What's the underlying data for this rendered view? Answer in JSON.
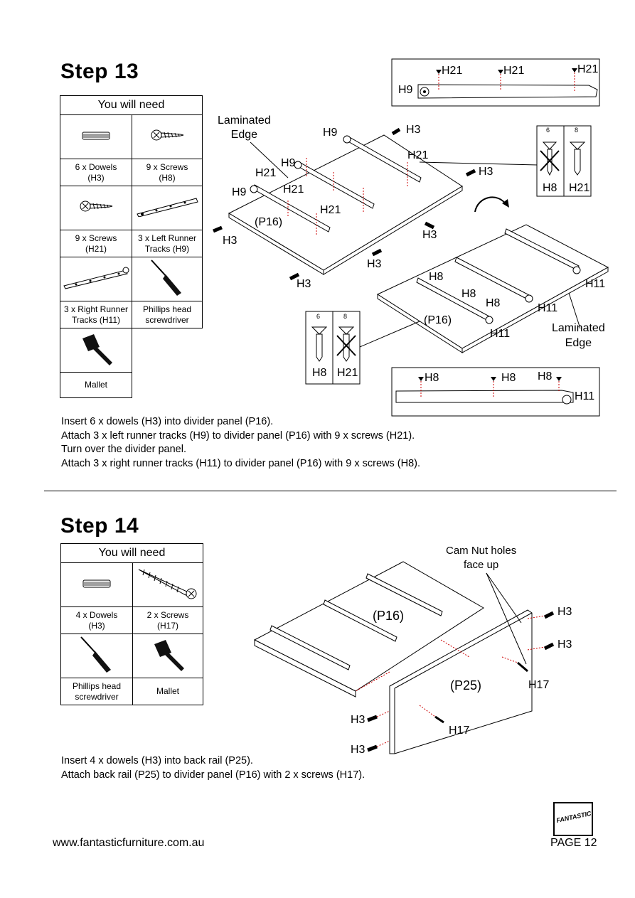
{
  "step13": {
    "title": "Step  13",
    "you_will_need": "You will need",
    "items": [
      {
        "icon": "dowel-icon",
        "caption": "6 x Dowels\n(H3)"
      },
      {
        "icon": "screw-icon",
        "caption": "9 x Screws\n(H8)"
      },
      {
        "icon": "screw-icon",
        "caption": "9 x Screws\n(H21)"
      },
      {
        "icon": "runner-track-icon",
        "caption": "3 x Left Runner\nTracks (H9)"
      },
      {
        "icon": "runner-track-icon",
        "caption": "3 x Right Runner\nTracks (H11)"
      },
      {
        "icon": "screwdriver-icon",
        "caption": "Phillips head\nscrewdriver"
      },
      {
        "icon": "mallet-icon",
        "caption": "Mallet"
      }
    ],
    "diagram_labels": {
      "laminated_edge": "Laminated\nEdge",
      "h9": "H9",
      "h3": "H3",
      "h21": "H21",
      "h8": "H8",
      "h11": "H11",
      "p16": "(P16)",
      "dim_6": "6",
      "dim_8": "8"
    },
    "instructions": [
      "Insert 6 x dowels (H3) into divider panel (P16).",
      "Attach 3 x left runner tracks (H9) to divider panel (P16) with 9 x screws (H21).",
      "Turn over the divider panel.",
      "Attach 3 x right runner tracks (H11) to divider panel (P16) with 9 x screws (H8)."
    ]
  },
  "step14": {
    "title": "Step  14",
    "you_will_need": "You will need",
    "items": [
      {
        "icon": "dowel-icon",
        "caption": "4 x Dowels\n(H3)"
      },
      {
        "icon": "long-screw-icon",
        "caption": "2 x Screws\n(H17)"
      },
      {
        "icon": "screwdriver-icon",
        "caption": "Phillips head\nscrewdriver"
      },
      {
        "icon": "mallet-icon",
        "caption": "Mallet"
      }
    ],
    "diagram_labels": {
      "cam_nut": "Cam Nut holes\nface up",
      "p16": "(P16)",
      "p25": "(P25)",
      "h3": "H3",
      "h17": "H17"
    },
    "instructions": [
      "Insert 4 x dowels (H3) into back rail (P25).",
      "Attach back rail (P25) to divider panel (P16) with 2 x screws (H17)."
    ]
  },
  "footer": {
    "url": "www.fantasticfurniture.com.au",
    "page": "PAGE 12",
    "logo_text": "FANTASTIC"
  }
}
